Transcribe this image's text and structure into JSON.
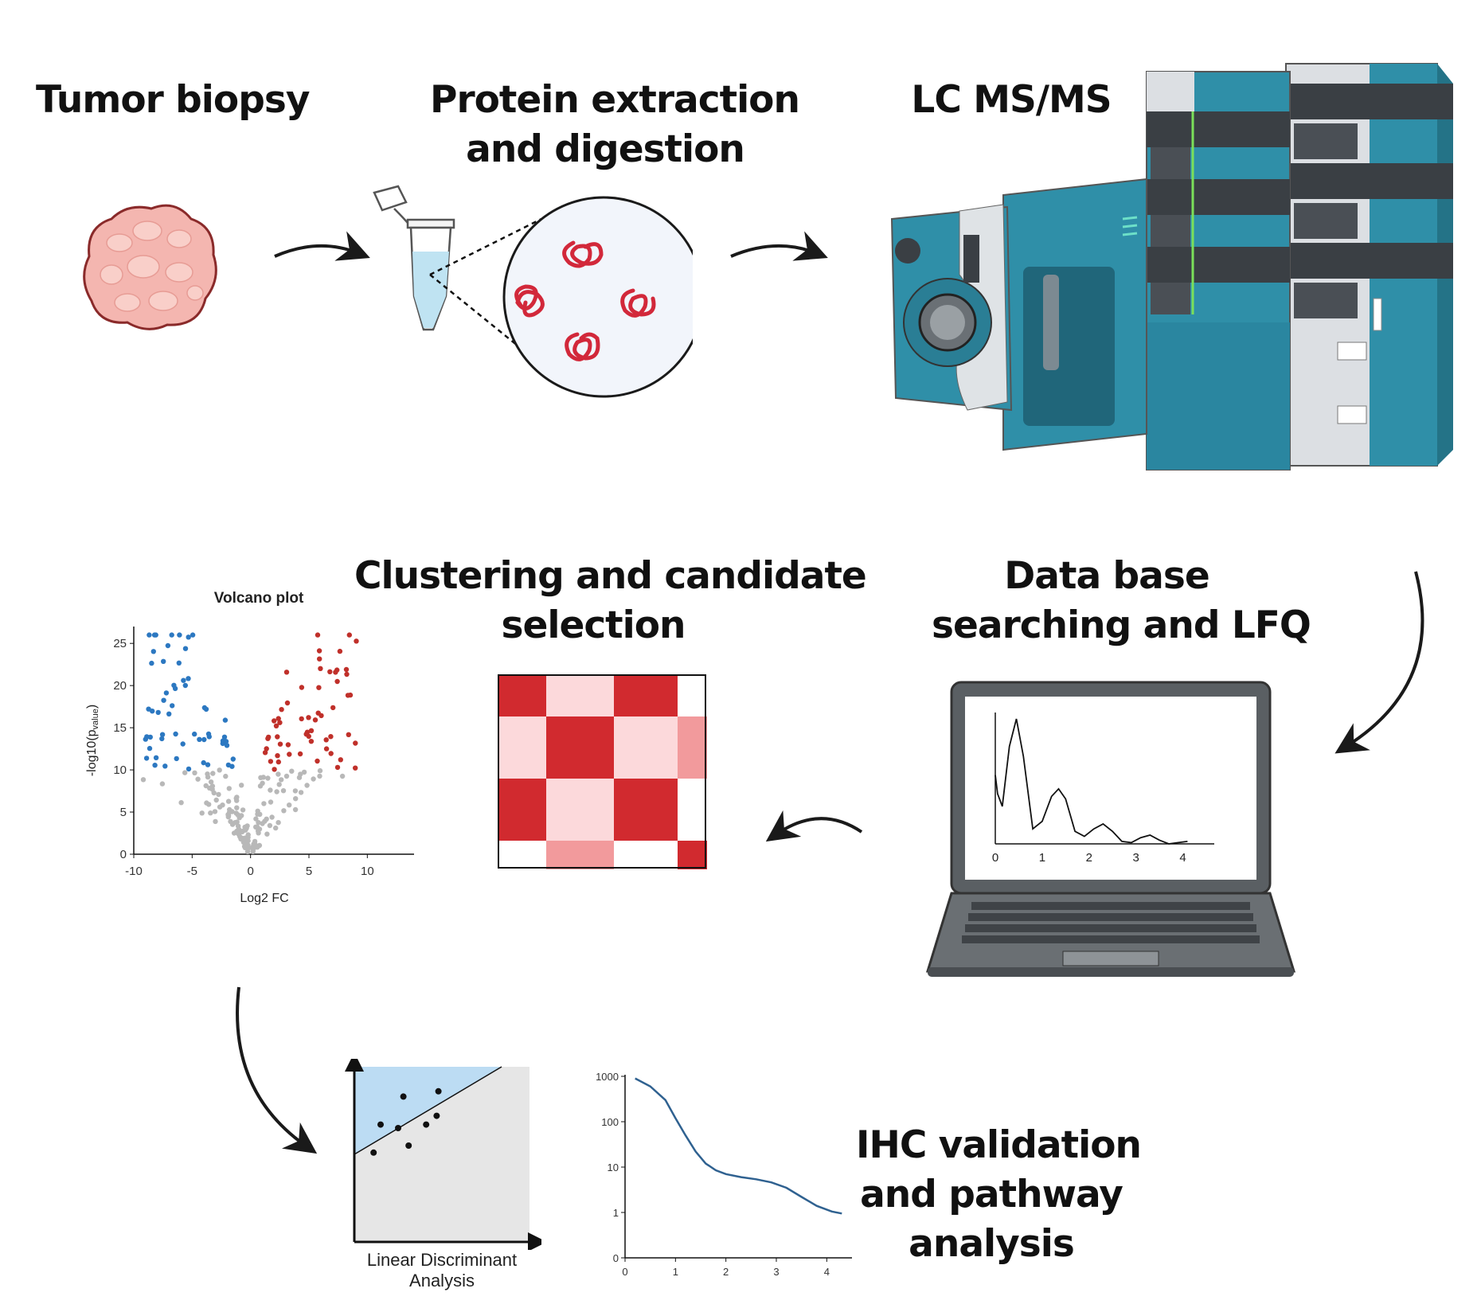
{
  "stages": {
    "tumor_biopsy": [
      "Tumor biopsy"
    ],
    "protein_extraction": [
      "Protein extraction",
      "and digestion"
    ],
    "lcms": [
      "LC MS/MS"
    ],
    "database": [
      "Data base",
      "searching and LFQ"
    ],
    "clustering": [
      "Clustering and candidate",
      "selection"
    ],
    "ihc": [
      "IHC validation",
      "and pathway",
      "analysis"
    ]
  },
  "volcano": {
    "title": "Volcano plot",
    "xlabel": "Log2 FC",
    "ylabel_main": "-log10(p",
    "ylabel_sub": "value",
    "ylabel_end": ")",
    "xticks": [
      "-10",
      "-5",
      "0",
      "5",
      "10"
    ],
    "yticks": [
      "0",
      "5",
      "10",
      "15",
      "20",
      "25"
    ]
  },
  "laptop_plot": {
    "xticks": [
      "0",
      "1",
      "2",
      "3",
      "4"
    ]
  },
  "lda": {
    "caption": [
      "Linear Discriminant",
      "Analysis"
    ]
  },
  "decay_plot": {
    "xticks": [
      "0",
      "1",
      "2",
      "3",
      "4"
    ],
    "yticks": [
      "0",
      "1",
      "10",
      "100",
      "1000"
    ]
  },
  "colors": {
    "tumor": "#f4b6b0",
    "protein": "#d2283a",
    "instrument_teal": "#2f8fa8",
    "heatmap_dark": "#d12a2f",
    "heatmap_light": "#fcd9db",
    "heatmap_mid": "#f29a9c",
    "volcano_up": "#c0302a",
    "volcano_down": "#2c78c1",
    "volcano_ns": "#b8b8b8",
    "lda_region": "#bcdcf3",
    "lda_bg": "#e6e6e6",
    "decay_line": "#2f6190"
  },
  "icons": [
    "tumor-tissue-icon",
    "microcentrifuge-tube-icon",
    "magnified-protein-circle-icon",
    "lc-ms-instrument-icon",
    "laptop-icon",
    "arrow-icon"
  ],
  "chart_data": [
    {
      "type": "scatter",
      "title": "Volcano plot",
      "xlabel": "Log2 FC",
      "ylabel": "-log10(pvalue)",
      "xlim": [
        -10,
        14
      ],
      "ylim": [
        0,
        27
      ],
      "series": []
    },
    {
      "type": "line",
      "xlim": [
        0,
        4.5
      ],
      "x": [
        0,
        0.05,
        0.15,
        0.3,
        0.45,
        0.6,
        0.8,
        1.0,
        1.2,
        1.35,
        1.5,
        1.7,
        1.9,
        2.1,
        2.3,
        2.5,
        2.7,
        2.9,
        3.1,
        3.3,
        3.5,
        3.7,
        3.9,
        4.1
      ],
      "y": [
        0.55,
        0.4,
        0.3,
        0.78,
        1.0,
        0.7,
        0.12,
        0.18,
        0.38,
        0.44,
        0.36,
        0.1,
        0.06,
        0.12,
        0.16,
        0.1,
        0.02,
        0.01,
        0.05,
        0.07,
        0.03,
        0.0,
        0.01,
        0.02
      ],
      "grid": false
    },
    {
      "type": "scatter",
      "xlim": [
        0,
        10
      ],
      "ylim": [
        0,
        10
      ],
      "x": [
        1.1,
        1.5,
        2.5,
        2.8,
        3.1,
        4.1,
        4.7,
        4.8
      ],
      "y": [
        5.1,
        6.7,
        6.5,
        8.3,
        5.5,
        6.7,
        7.2,
        8.6
      ],
      "grid": false
    },
    {
      "type": "line",
      "xlim": [
        0,
        4.5
      ],
      "ylim": [
        0,
        1000
      ],
      "yscale": "log",
      "x": [
        0.2,
        0.5,
        0.8,
        1.0,
        1.2,
        1.4,
        1.6,
        1.8,
        2.0,
        2.3,
        2.6,
        2.9,
        3.2,
        3.5,
        3.8,
        4.1,
        4.3
      ],
      "y": [
        900,
        600,
        300,
        120,
        50,
        22,
        12,
        8.5,
        7,
        6,
        5.4,
        4.6,
        3.5,
        2.2,
        1.4,
        1.05,
        0.95
      ],
      "xticks": [
        0,
        1,
        2,
        3,
        4
      ],
      "yticks": [
        0,
        1,
        10,
        100,
        1000
      ],
      "grid": false
    }
  ]
}
